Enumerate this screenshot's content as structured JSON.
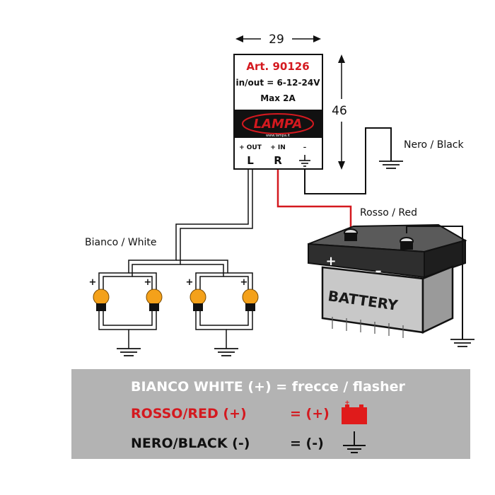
{
  "module": {
    "width_label": "29",
    "height_label": "46",
    "article": "Art. 90126",
    "voltage": "in/out = 6-12-24V",
    "current": "Max 2A",
    "brand": "LAMPA",
    "brand_url": "www.lampa.it",
    "pin_out_label": "+ OUT",
    "pin_in_label": "+ IN",
    "pin_gnd_label": "–",
    "pin_L": "L",
    "pin_R": "R"
  },
  "wires": {
    "black": "Nero / Black",
    "red": "Rosso / Red",
    "white": "Bianco / White"
  },
  "battery": {
    "label": "BATTERY",
    "plus": "+",
    "minus": "–"
  },
  "lamps": {
    "plus_sign": "+",
    "count": 4
  },
  "legend": {
    "row1": "BIANCO WHITE (+) = frecce / flasher",
    "row2_left": "ROSSO/RED (+)",
    "row2_right": "= (+)",
    "row3_left": "NERO/BLACK (-)",
    "row3_right": "= (-)",
    "battery_icon_plus": "+"
  },
  "colors": {
    "red": "#d4191f",
    "lamp": "#f4a11a",
    "legend_bg": "#b3b3b3"
  }
}
